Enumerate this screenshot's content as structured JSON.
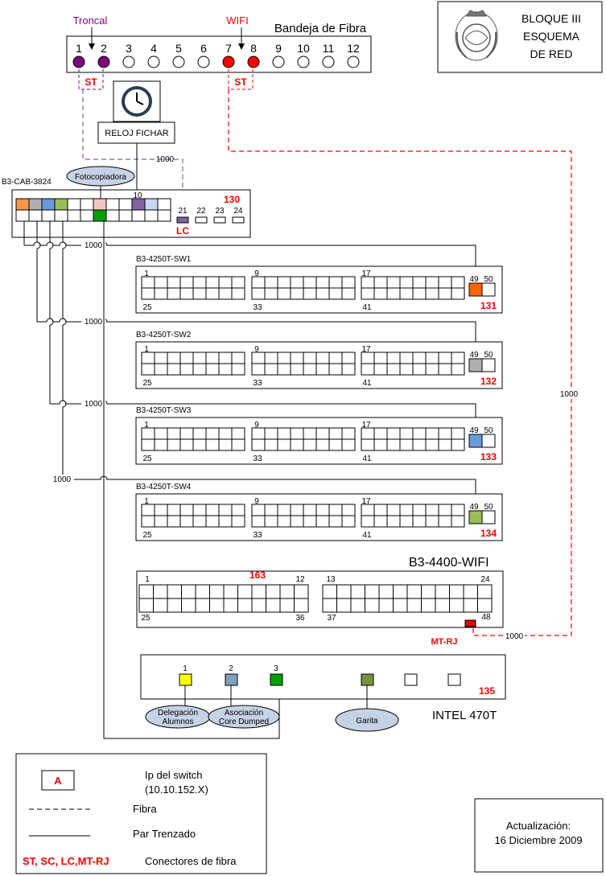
{
  "title_box": {
    "line1": "BLOQUE III",
    "line2": "ESQUEMA",
    "line3": "DE  RED"
  },
  "tray": {
    "title": "Bandeja de Fibra",
    "troncal_label": "Troncal",
    "wifi_label": "WIFI",
    "ports": [
      "1",
      "2",
      "3",
      "4",
      "5",
      "6",
      "7",
      "8",
      "9",
      "10",
      "11",
      "12"
    ],
    "st_label": "ST",
    "troncal_color": "#800080",
    "wifi_color": "#ff0000"
  },
  "clock": {
    "label": "RELOJ FICHAR"
  },
  "cab": {
    "name": "B3-CAB-3824",
    "ip": "130",
    "photocopier": "Fotocopiadora",
    "port10": "10",
    "fiber_ports": [
      "21",
      "22",
      "23",
      "24"
    ],
    "lc_label": "LC",
    "link_speed": "1000"
  },
  "switches": [
    {
      "name": "B3-4250T-SW1",
      "ip": "131",
      "uplink_color": "#ff6600",
      "link": "1000"
    },
    {
      "name": "B3-4250T-SW2",
      "ip": "132",
      "uplink_color": "#b0b0b0",
      "link": "1000"
    },
    {
      "name": "B3-4250T-SW3",
      "ip": "133",
      "uplink_color": "#6a9bd8",
      "link": "1000"
    },
    {
      "name": "B3-4250T-SW4",
      "ip": "134",
      "uplink_color": "#9bbb59",
      "link": "1000"
    }
  ],
  "switch_port_labels": {
    "top": [
      "1",
      "9",
      "17"
    ],
    "bottom": [
      "25",
      "33",
      "41"
    ],
    "uplink": [
      "49",
      "50"
    ]
  },
  "wifi_switch": {
    "name": "B3-4400-WIFI",
    "ip": "163",
    "labels": {
      "p1": "1",
      "p12": "12",
      "p13": "13",
      "p24": "24",
      "p25": "25",
      "p36": "36",
      "p37": "37",
      "p48": "48"
    },
    "mtrj_label": "MT-RJ",
    "link": "1000",
    "fiber_link": "1000"
  },
  "intel": {
    "name": "INTEL 470T",
    "ip": "135",
    "ports": [
      "1",
      "2",
      "3"
    ],
    "devices": [
      "Delegación\nAlumnos",
      "Asociación\nCore Dumped",
      "Garita"
    ],
    "device_lines": [
      [
        "Delegación",
        "Alumnos"
      ],
      [
        "Asociación",
        "Core Dumped"
      ],
      [
        "Garita"
      ]
    ]
  },
  "legend": {
    "ip_box": "A",
    "ip_text1": "Ip del switch",
    "ip_text2": "(10.10.152.X)",
    "fiber": "Fibra",
    "twisted": "Par Trenzado",
    "connectors": "ST, SC, LC,MT-RJ",
    "connectors_text": "Conectores de fibra"
  },
  "update": {
    "line1": "Actualización:",
    "line2": "16 Diciembre 2009"
  },
  "colors": {
    "orange": "#f79646",
    "gray": "#b0b0b0",
    "blue": "#6a9bd8",
    "green": "#9bbb59",
    "pink": "#f2c4c4",
    "purple": "#8064a2",
    "lightblue": "#c6d9f0",
    "darkgreen": "#00a000",
    "yellow": "#ffff00",
    "steel": "#7f9fc0",
    "olive": "#77933c",
    "red": "#ff0000",
    "ellipse": "#c6d3e6"
  }
}
